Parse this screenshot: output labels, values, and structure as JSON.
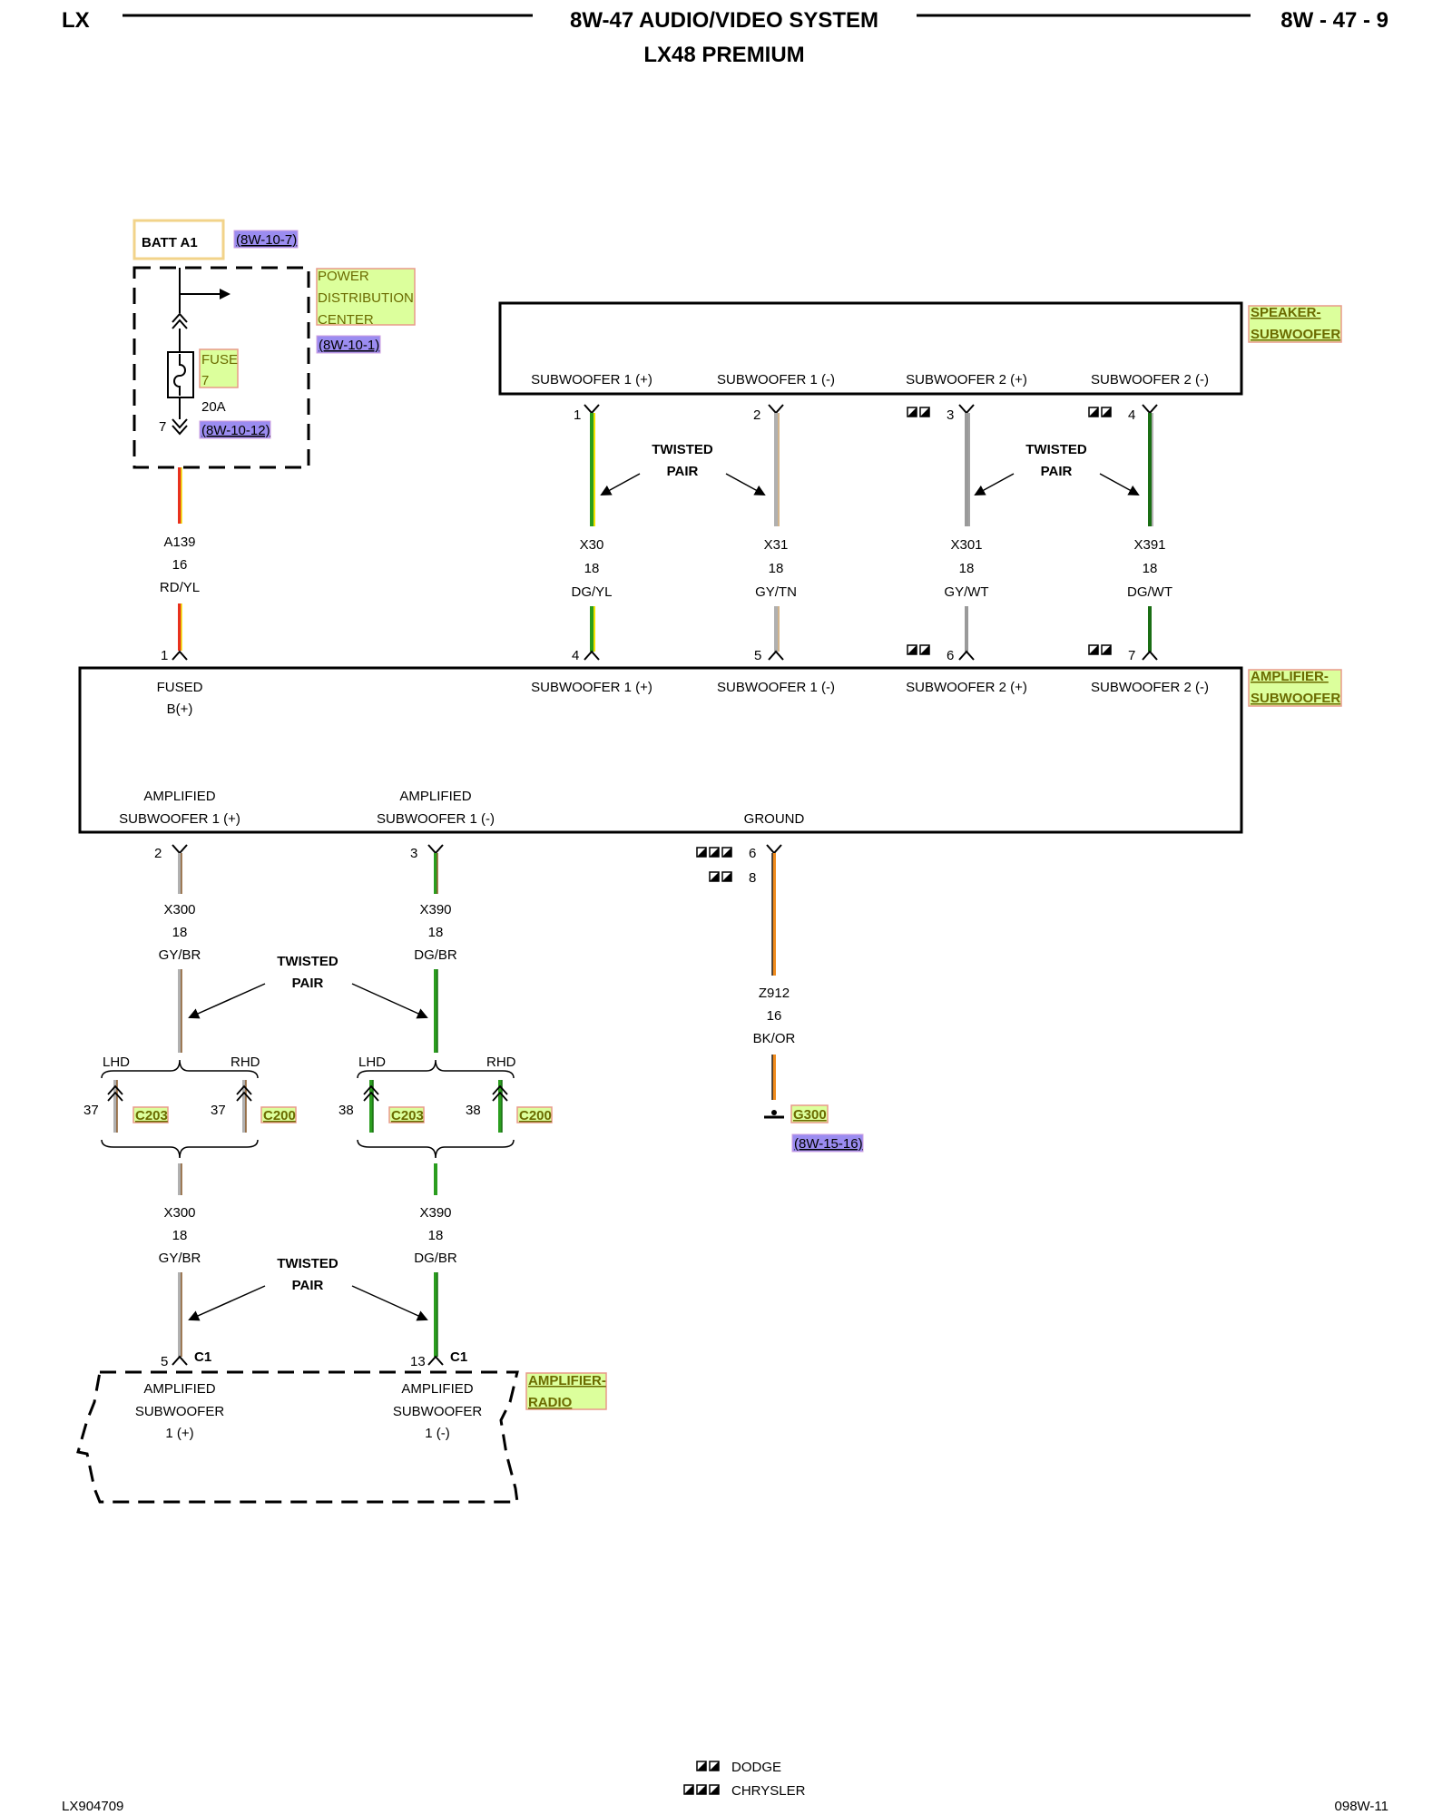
{
  "header": {
    "left": "LX",
    "title": "8W-47 AUDIO/VIDEO SYSTEM",
    "subtitle": "LX48 PREMIUM",
    "page": "8W - 47 - 9"
  },
  "footer": {
    "left": "LX904709",
    "right": "098W-11",
    "legend": [
      {
        "label": "DODGE",
        "icon": "dodge-symbol-icon"
      },
      {
        "label": "CHRYSLER",
        "icon": "chrysler-symbol-icon"
      }
    ]
  },
  "batt": {
    "label": "BATT A1",
    "ref": "(8W-10-7)"
  },
  "pdc": {
    "name_lines": [
      "POWER",
      "DISTRIBUTION",
      "CENTER"
    ],
    "ref": "(8W-10-1)",
    "fuse_lines": [
      "FUSE",
      "7"
    ],
    "fuse_rating": "20A",
    "fuse_pin": "7",
    "fuse_ref": "(8W-10-12)"
  },
  "speaker": {
    "name_lines": [
      "SPEAKER-",
      "SUBWOOFER"
    ],
    "pins": [
      "SUBWOOFER 1 (+)",
      "SUBWOOFER 1 (-)",
      "SUBWOOFER 2 (+)",
      "SUBWOOFER 2 (-)"
    ],
    "pin_numbers": [
      "1",
      "2",
      "3",
      "4"
    ]
  },
  "amp_sub": {
    "name_lines": [
      "AMPLIFIER-",
      "SUBWOOFER"
    ],
    "fused_lines": [
      "FUSED",
      "B(+)"
    ],
    "pins": [
      "SUBWOOFER 1 (+)",
      "SUBWOOFER 1 (-)",
      "SUBWOOFER 2 (+)",
      "SUBWOOFER 2 (-)"
    ],
    "pin_numbers": [
      "1",
      "4",
      "5",
      "6",
      "7"
    ],
    "out_pos_lines": [
      "AMPLIFIED",
      "SUBWOOFER 1 (+)"
    ],
    "out_neg_lines": [
      "AMPLIFIED",
      "SUBWOOFER 1 (-)"
    ],
    "ground": "GROUND",
    "out_pin_numbers": [
      "2",
      "3",
      "6",
      "8"
    ]
  },
  "wires": {
    "a139": [
      "A139",
      "16",
      "RD/YL"
    ],
    "x30": [
      "X30",
      "18",
      "DG/YL"
    ],
    "x31": [
      "X31",
      "18",
      "GY/TN"
    ],
    "x301": [
      "X301",
      "18",
      "GY/WT"
    ],
    "x391": [
      "X391",
      "18",
      "DG/WT"
    ],
    "x300": [
      "X300",
      "18",
      "GY/BR"
    ],
    "x390": [
      "X390",
      "18",
      "DG/BR"
    ],
    "z912": [
      "Z912",
      "16",
      "BK/OR"
    ]
  },
  "twisted_pair": [
    "TWISTED",
    "PAIR"
  ],
  "drive": {
    "lhd": "LHD",
    "rhd": "RHD"
  },
  "connectors": {
    "c203": "C203",
    "c200": "C200",
    "pin37": "37",
    "pin38": "38",
    "c1": "C1",
    "pin5": "5",
    "pin13": "13"
  },
  "ground_point": {
    "label": "G300",
    "ref": "(8W-15-16)"
  },
  "amp_radio": {
    "name_lines": [
      "AMPLIFIER-",
      "RADIO"
    ],
    "pos_lines": [
      "AMPLIFIED",
      "SUBWOOFER",
      "1 (+)"
    ],
    "neg_lines": [
      "AMPLIFIED",
      "SUBWOOFER",
      "1 (-)"
    ]
  },
  "colors": {
    "red": "#e8321e",
    "yellow": "#f2e200",
    "green": "#2a9d1e",
    "dark_green": "#1a6e14",
    "gray": "#b0b0b0",
    "tan": "#d2b48c",
    "white": "#ffffff",
    "brown": "#8b5a2b",
    "black": "#222222",
    "orange": "#f08c1e"
  }
}
